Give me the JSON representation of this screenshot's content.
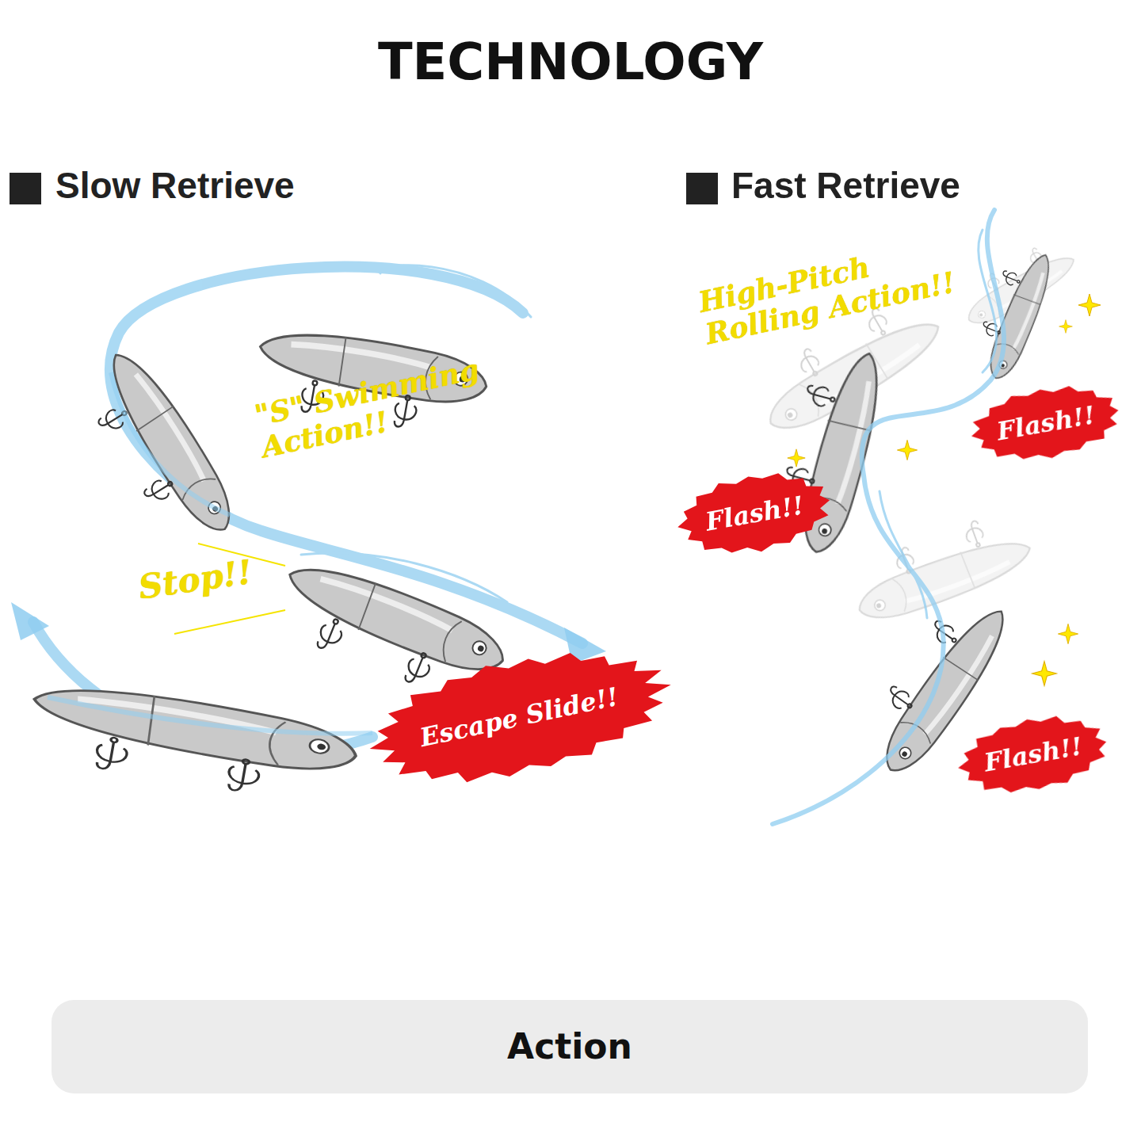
{
  "diagram": {
    "title": "TECHNOLOGY",
    "nodes": [
      {
        "text": [
          "Escape Slide!!"
        ]
      },
      {
        "text": [
          "Flash!!"
        ]
      },
      {
        "text": [
          "Flash!!"
        ]
      },
      {
        "text": [
          "Flash!!"
        ]
      },
      {
        "text": [
          "Action"
        ]
      }
    ],
    "labels": [
      "Slow Retrieve",
      "Fast Retrieve",
      "\"S\" Swimming Action!!",
      "Stop!!",
      "High-Pitch Rolling Action!!"
    ]
  }
}
